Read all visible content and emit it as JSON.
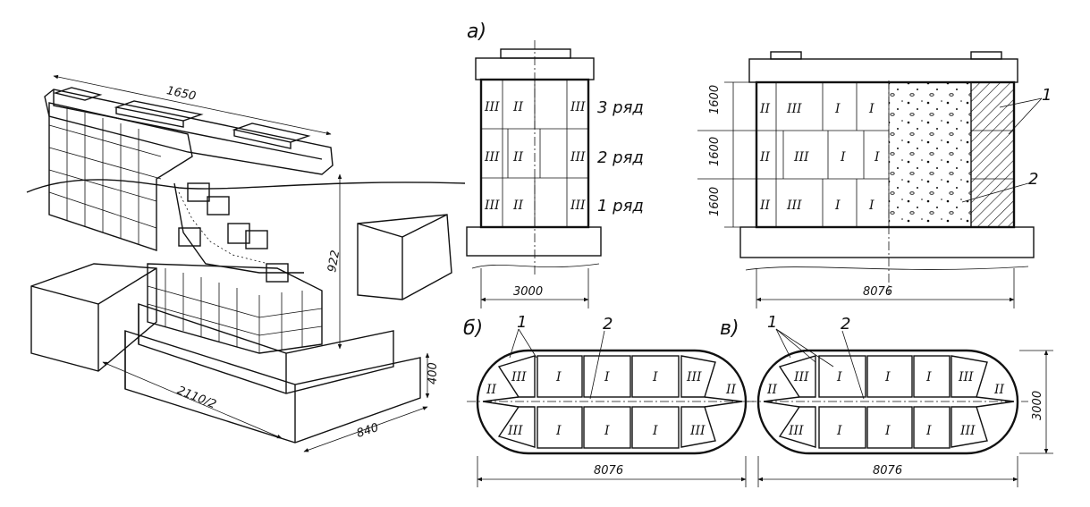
{
  "iso": {
    "dims": [
      "1650",
      "922",
      "2110/2",
      "840",
      "400"
    ]
  },
  "panel_a": {
    "label": "а)",
    "rows": [
      "3 ряд",
      "2 ряд",
      "1 ряд"
    ],
    "front_width": "3000",
    "side_width": "8076",
    "row_heights": [
      "1600",
      "1600",
      "1600"
    ],
    "callouts": [
      "1",
      "2"
    ],
    "front_cells": [
      [
        "III",
        "II",
        "",
        "III"
      ],
      [
        "III",
        "II",
        "",
        "III"
      ],
      [
        "III",
        "II",
        "",
        "III"
      ]
    ],
    "side_cells": [
      [
        "II",
        "III",
        "I",
        "I"
      ],
      [
        "II",
        "III",
        "I",
        "I"
      ],
      [
        "II",
        "III",
        "I",
        "I"
      ]
    ]
  },
  "panel_b": {
    "label": "б)",
    "callouts": [
      "1",
      "2"
    ],
    "top": [
      "III",
      "I",
      "I",
      "I",
      "III"
    ],
    "bottom": [
      "III",
      "I",
      "I",
      "I",
      "III"
    ],
    "ends": [
      "II",
      "II"
    ],
    "length": "8076"
  },
  "panel_v": {
    "label": "в)",
    "callouts": [
      "1",
      "2"
    ],
    "top": [
      "III",
      "I",
      "I",
      "I",
      "III"
    ],
    "bottom": [
      "III",
      "I",
      "I",
      "I",
      "III"
    ],
    "ends": [
      "II",
      "II"
    ],
    "length": "8076",
    "width": "3000"
  }
}
